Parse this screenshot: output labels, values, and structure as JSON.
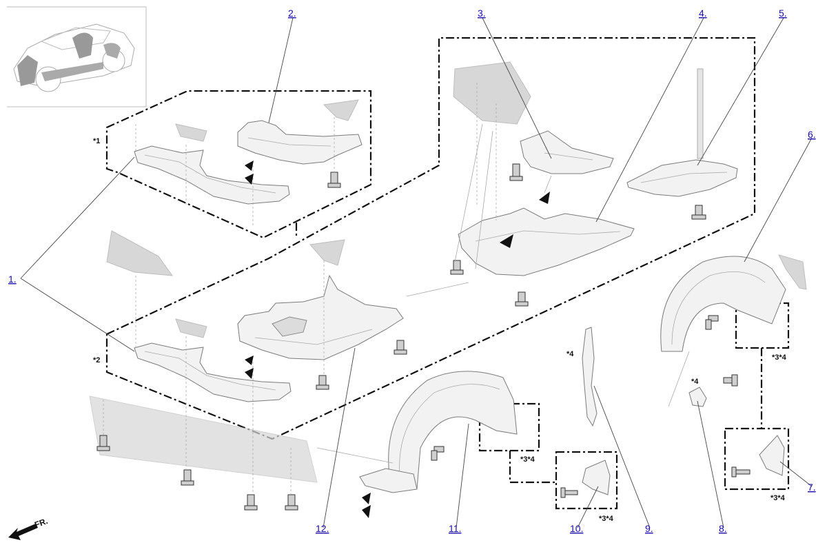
{
  "diagram": {
    "callouts": [
      {
        "id": "1",
        "label": "1."
      },
      {
        "id": "2",
        "label": "2."
      },
      {
        "id": "3",
        "label": "3."
      },
      {
        "id": "4",
        "label": "4."
      },
      {
        "id": "5",
        "label": "5."
      },
      {
        "id": "6",
        "label": "6."
      },
      {
        "id": "7",
        "label": "7."
      },
      {
        "id": "8",
        "label": "8."
      },
      {
        "id": "9",
        "label": "9."
      },
      {
        "id": "10",
        "label": "10."
      },
      {
        "id": "11",
        "label": "11."
      },
      {
        "id": "12",
        "label": "12."
      }
    ],
    "notes": {
      "star1": "*1",
      "star2": "*2",
      "star4_clip": "*4",
      "star4_bracket": "*4",
      "star34_right_upper": "*3*4",
      "star34_right_lower": "*3*4",
      "star34_mid_upper": "*3*4",
      "star34_mid_lower": "*3*4"
    },
    "direction": "FR."
  }
}
